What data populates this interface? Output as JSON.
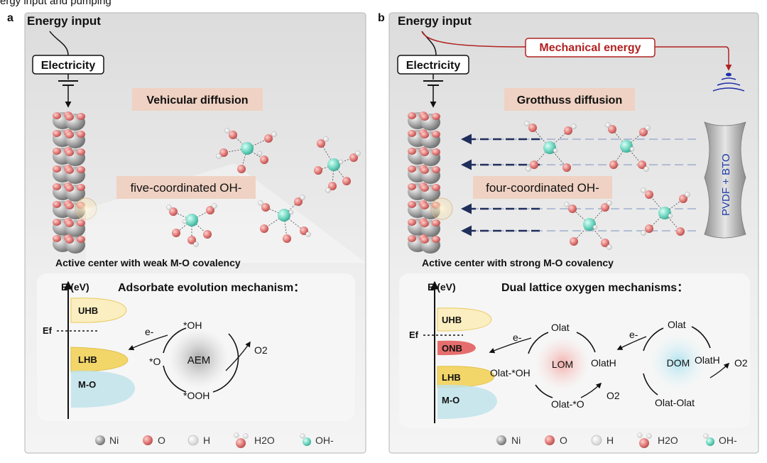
{
  "header_text": "ergy input and pumping",
  "panel_a": {
    "letter": "a",
    "energy_input": "Energy input",
    "electricity": "Electricity",
    "diffusion": "Vehicular diffusion",
    "coordination": "five-coordinated OH-",
    "active_center": "Active center with weak M-O covalency",
    "mechanism_title": "Adsorbate evolution mechanism：",
    "axis": "E (eV)",
    "fermi": "Ef",
    "bands": [
      "UHB",
      "LHB",
      "M-O"
    ],
    "electron": "e-",
    "cycle": {
      "center": "AEM",
      "top": "*OH",
      "left": "*O",
      "bottom": "*OOH",
      "product": "O2"
    }
  },
  "panel_b": {
    "letter": "b",
    "energy_input": "Energy input",
    "electricity": "Electricity",
    "mechanical": "Mechanical energy",
    "diffusion": "Grotthuss diffusion",
    "coordination": "four-coordinated OH-",
    "device": "PVDF + BTO",
    "active_center": "Active center with strong M-O covalency",
    "mechanism_title": "Dual lattice oxygen mechanisms：",
    "axis": "E (eV)",
    "fermi": "Ef",
    "bands": [
      "UHB",
      "ONB",
      "LHB",
      "M-O"
    ],
    "lom": {
      "center": "LOM",
      "top": "Olat",
      "right": "OlatH",
      "left": "Olat-*OH",
      "bottom": "Olat-*O",
      "product": "O2",
      "electron": "e-"
    },
    "dom": {
      "center": "DOM",
      "top": "Olat",
      "right": "OlatH",
      "bottom": "Olat-Olat",
      "product": "O2",
      "electron": "e-"
    }
  },
  "legend": [
    {
      "key": "ni",
      "label": "Ni",
      "color": "#9a9a9a"
    },
    {
      "key": "o",
      "label": "O",
      "color": "#e07a78"
    },
    {
      "key": "h",
      "label": "H",
      "color": "#f2f2f2"
    },
    {
      "key": "h2o",
      "label": "H2O",
      "color": "#e07a78"
    },
    {
      "key": "oh",
      "label": "OH-",
      "color": "#6fd6c0"
    }
  ],
  "colors": {
    "panel_bg": "#ececec",
    "mech_bg": "#f6f6f6",
    "label_box": "#efd2c3",
    "mechanical_red": "#b22222",
    "uhb_band": "#f5de8e",
    "lhb_band": "#f2d66a",
    "mo_band": "#bfe3ea",
    "onb_band": "#e56d6d",
    "arrow_blue": "#1f2e5a"
  }
}
